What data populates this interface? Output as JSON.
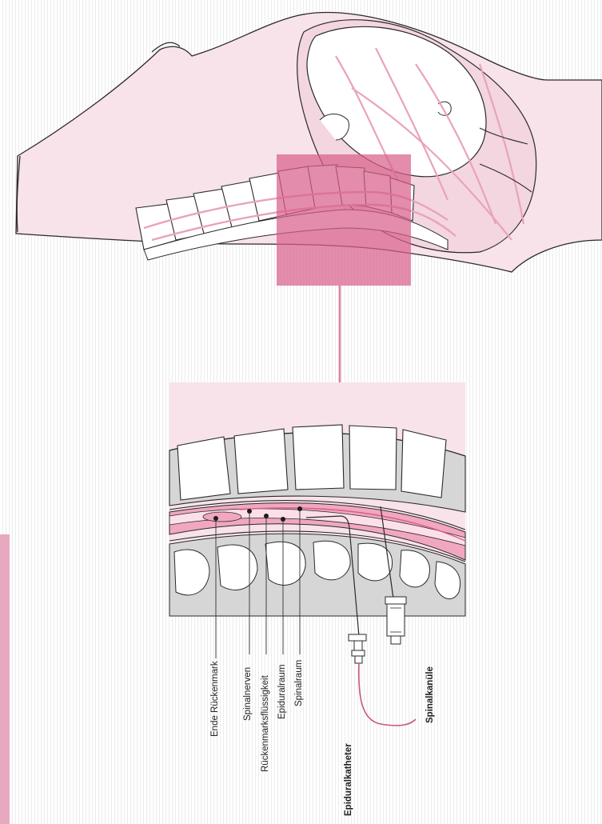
{
  "colors": {
    "skin": "#f8e3ea",
    "skin_stroke": "#2a2a2a",
    "accent": "#e07fa0",
    "accent_strong": "#d85f8a",
    "membrane": "#f1a7bf",
    "bone": "#ffffff",
    "disc": "#d6d6d6",
    "side_bar": "#e7a9c0"
  },
  "labels": {
    "ende_rueckenmark": "Ende Rückenmark",
    "spinalnerven": "Spinalnerven",
    "rueckenmarksfluessigkeit": "Rückenmarksflüssigkeit",
    "epiduralraum": "Epiduralraum",
    "spinalraum": "Spinalraum",
    "epiduralkatheter": "Epiduralkatheter",
    "spinalkanuele": "Spinalkanüle"
  }
}
